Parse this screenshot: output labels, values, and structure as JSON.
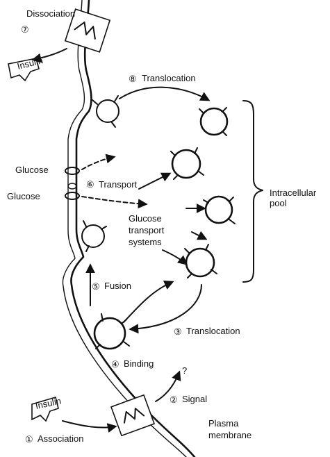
{
  "labels": {
    "dissociation": "Dissociation",
    "translocation_top": "Translocation",
    "glucose_1": "Glucose",
    "glucose_2": "Glucose",
    "transport": "Transport",
    "intracellular": "Intracellular",
    "pool": "pool",
    "gts_1": "Glucose",
    "gts_2": "transport",
    "gts_3": "systems",
    "fusion": "Fusion",
    "translocation_bottom": "Translocation",
    "binding": "Binding",
    "signal": "Signal",
    "question": "?",
    "association": "Association",
    "plasma_1": "Plasma",
    "plasma_2": "membrane",
    "insulin_top": "Insulin",
    "insulin_bottom": "Insulin"
  },
  "steps": {
    "s1": "①",
    "s2": "②",
    "s3": "③",
    "s4": "④",
    "s5": "⑤",
    "s6": "⑥",
    "s7": "⑦",
    "s8": "⑧"
  }
}
